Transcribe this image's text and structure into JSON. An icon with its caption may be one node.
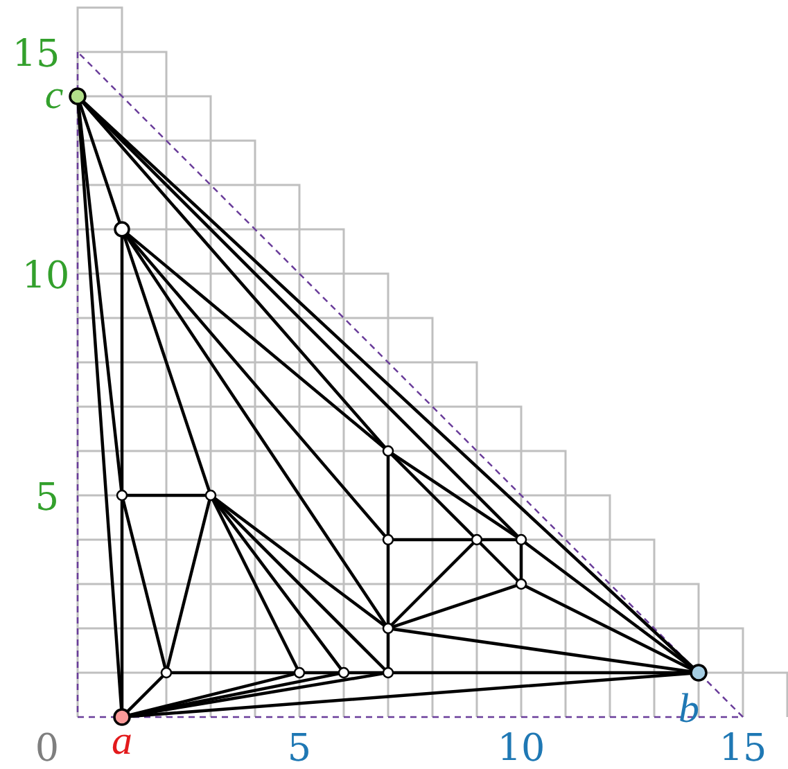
{
  "diagram": {
    "nodes": [
      {
        "text": [],
        "shape": "circle",
        "beside": [
          "c"
        ]
      },
      {
        "text": [],
        "shape": "circle"
      },
      {
        "text": [],
        "shape": "circle"
      },
      {
        "text": [],
        "shape": "circle"
      },
      {
        "text": [],
        "shape": "circle"
      },
      {
        "text": [],
        "shape": "circle"
      },
      {
        "text": [],
        "shape": "circle"
      },
      {
        "text": [],
        "shape": "circle"
      },
      {
        "text": [],
        "shape": "circle"
      },
      {
        "text": [],
        "shape": "circle"
      },
      {
        "text": [],
        "shape": "circle"
      },
      {
        "text": [],
        "shape": "circle"
      },
      {
        "text": [],
        "shape": "circle"
      },
      {
        "text": [],
        "shape": "circle"
      },
      {
        "text": [],
        "shape": "circle",
        "beside": [
          "b"
        ]
      },
      {
        "text": [],
        "shape": "circle",
        "beside": [
          "a"
        ]
      }
    ],
    "edges": [
      {
        "from": 0,
        "to": 15,
        "arrow": "none"
      },
      {
        "from": 0,
        "to": 2,
        "arrow": "none"
      },
      {
        "from": 0,
        "to": 1,
        "arrow": "none"
      },
      {
        "from": 0,
        "to": 4,
        "arrow": "none"
      },
      {
        "from": 0,
        "to": 7,
        "arrow": "none"
      },
      {
        "from": 0,
        "to": 14,
        "arrow": "none"
      },
      {
        "from": 1,
        "to": 2,
        "arrow": "none"
      },
      {
        "from": 1,
        "to": 3,
        "arrow": "none"
      },
      {
        "from": 1,
        "to": 4,
        "arrow": "none"
      },
      {
        "from": 1,
        "to": 5,
        "arrow": "none"
      },
      {
        "from": 1,
        "to": 9,
        "arrow": "none"
      },
      {
        "from": 2,
        "to": 3,
        "arrow": "none"
      },
      {
        "from": 2,
        "to": 10,
        "arrow": "none"
      },
      {
        "from": 2,
        "to": 15,
        "arrow": "none"
      },
      {
        "from": 3,
        "to": 10,
        "arrow": "none"
      },
      {
        "from": 3,
        "to": 11,
        "arrow": "none"
      },
      {
        "from": 3,
        "to": 12,
        "arrow": "none"
      },
      {
        "from": 3,
        "to": 13,
        "arrow": "none"
      },
      {
        "from": 3,
        "to": 9,
        "arrow": "none"
      },
      {
        "from": 4,
        "to": 5,
        "arrow": "none"
      },
      {
        "from": 4,
        "to": 6,
        "arrow": "none"
      },
      {
        "from": 4,
        "to": 7,
        "arrow": "none"
      },
      {
        "from": 5,
        "to": 6,
        "arrow": "none"
      },
      {
        "from": 5,
        "to": 9,
        "arrow": "none"
      },
      {
        "from": 6,
        "to": 7,
        "arrow": "none"
      },
      {
        "from": 6,
        "to": 8,
        "arrow": "none"
      },
      {
        "from": 6,
        "to": 9,
        "arrow": "none"
      },
      {
        "from": 7,
        "to": 8,
        "arrow": "none"
      },
      {
        "from": 7,
        "to": 14,
        "arrow": "none"
      },
      {
        "from": 8,
        "to": 9,
        "arrow": "none"
      },
      {
        "from": 8,
        "to": 14,
        "arrow": "none"
      },
      {
        "from": 9,
        "to": 13,
        "arrow": "none"
      },
      {
        "from": 9,
        "to": 14,
        "arrow": "none"
      },
      {
        "from": 10,
        "to": 11,
        "arrow": "none"
      },
      {
        "from": 10,
        "to": 15,
        "arrow": "none"
      },
      {
        "from": 11,
        "to": 12,
        "arrow": "none"
      },
      {
        "from": 11,
        "to": 15,
        "arrow": "none"
      },
      {
        "from": 12,
        "to": 13,
        "arrow": "none"
      },
      {
        "from": 12,
        "to": 15,
        "arrow": "none"
      },
      {
        "from": 13,
        "to": 14,
        "arrow": "none"
      },
      {
        "from": 13,
        "to": 15,
        "arrow": "none"
      },
      {
        "from": 14,
        "to": 15,
        "arrow": "none"
      }
    ],
    "labels": [
      "15",
      "10",
      "5",
      "0",
      "5",
      "10",
      "15"
    ]
  }
}
